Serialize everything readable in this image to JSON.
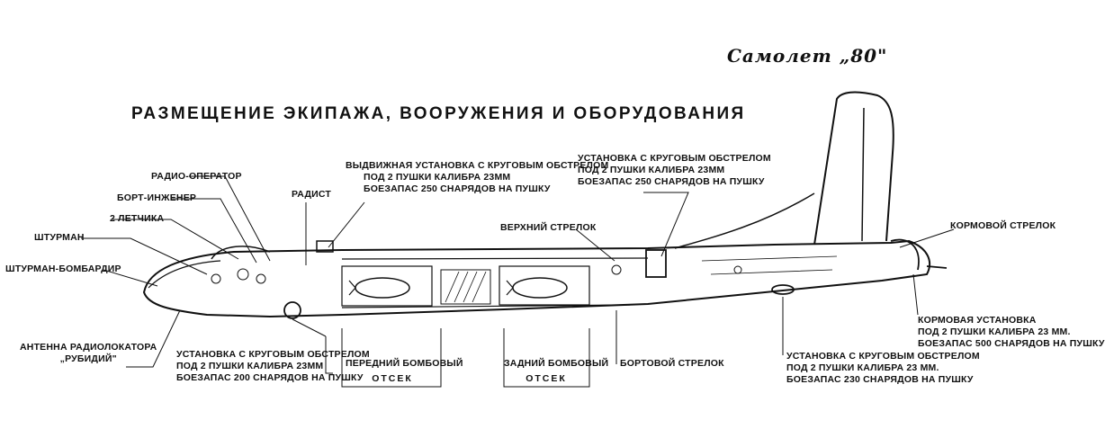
{
  "header": {
    "aircraft_name": "Самолет „80\"",
    "title": "РАЗМЕЩЕНИЕ ЭКИПАЖА, ВООРУЖЕНИЯ И ОБОРУДОВАНИЯ"
  },
  "labels": {
    "radio_operator": "РАДИО-ОПЕРАТОР",
    "flight_engineer": "БОРТ-ИНЖЕНЕР",
    "two_pilots": "2 ЛЕТЧИКА",
    "navigator": "ШТУРМАН",
    "navigator_bombardier": "ШТУРМАН-БОМБАРДИР",
    "radist": "РАДИСТ",
    "retractable_turret": {
      "line1": "ВЫДВИЖНАЯ УСТАНОВКА С КРУГОВЫМ ОБСТРЕЛОМ",
      "line2": "ПОД 2 ПУШКИ КАЛИБРА 23ММ",
      "line3": "БОЕЗАПАС 250 СНАРЯДОВ НА ПУШКУ"
    },
    "upper_turret": {
      "line1": "УСТАНОВКА С КРУГОВЫМ ОБСТРЕЛОМ",
      "line2": "ПОД 2 ПУШКИ КАЛИБРА 23ММ",
      "line3": "БОЕЗАПАС 250 СНАРЯДОВ НА ПУШКУ"
    },
    "upper_gunner": "ВЕРХНИЙ СТРЕЛОК",
    "tail_gunner": "КОРМОВОЙ СТРЕЛОК",
    "radar_antenna": {
      "line1": "АНТЕННА РАДИОЛОКАТОРА",
      "line2": "„РУБИДИЙ\""
    },
    "forward_lower_turret": {
      "line1": "УСТАНОВКА С КРУГОВЫМ ОБСТРЕЛОМ",
      "line2": "ПОД 2 ПУШКИ КАЛИБРА 23ММ",
      "line3": "БОЕЗАПАС 200 СНАРЯДОВ НА ПУШКУ"
    },
    "front_bomb_bay": {
      "line1": "ПЕРЕДНИЙ БОМБОВЫЙ",
      "line2": "ОТСЕК"
    },
    "rear_bomb_bay": {
      "line1": "ЗАДНИЙ БОМБОВЫЙ",
      "line2": "ОТСЕК"
    },
    "side_gunner": "БОРТОВОЙ СТРЕЛОК",
    "rear_lower_turret": {
      "line1": "УСТАНОВКА С КРУГОВЫМ ОБСТРЕЛОМ",
      "line2": "ПОД 2 ПУШКИ КАЛИБРА 23 ММ.",
      "line3": "БОЕЗАПАС 230 СНАРЯДОВ НА ПУШКУ"
    },
    "tail_turret": {
      "line1": "КОРМОВАЯ УСТАНОВКА",
      "line2": "ПОД 2 ПУШКИ КАЛИБРА 23 ММ.",
      "line3": "БОЕЗАПАС 500 СНАРЯДОВ НА ПУШКУ"
    }
  },
  "colors": {
    "ink": "#111111",
    "paper": "#ffffff"
  }
}
